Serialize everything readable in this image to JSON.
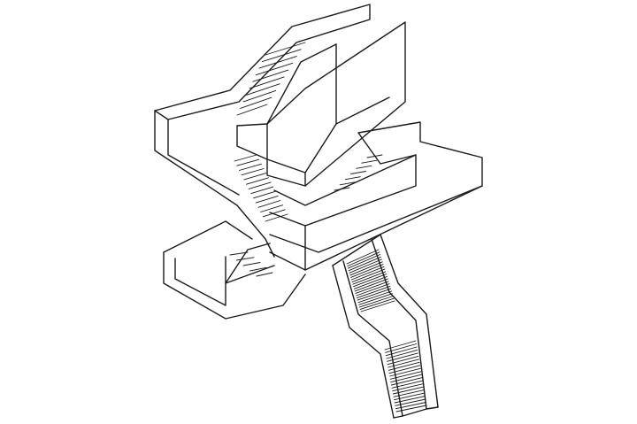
{
  "diagram": {
    "subject": "stair-tower-isometric",
    "colors": {
      "line": "#1a1a1a",
      "background": "#ffffff"
    },
    "flights": [
      {
        "id": "top-flight",
        "treads": 10
      },
      {
        "id": "middle-left-flight",
        "treads": 14
      },
      {
        "id": "middle-right-flight",
        "treads": 7
      },
      {
        "id": "lower-left-flight",
        "treads": 5
      },
      {
        "id": "bottom-upper-flight",
        "treads": 22
      },
      {
        "id": "bottom-lower-flight",
        "treads": 22
      }
    ]
  }
}
